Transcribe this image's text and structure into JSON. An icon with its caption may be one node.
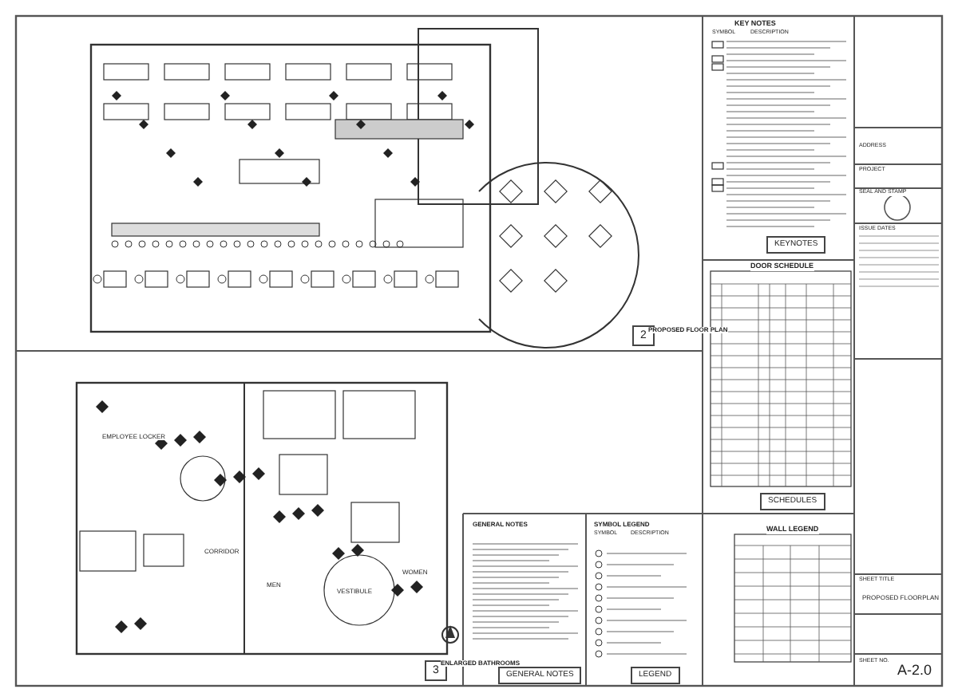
{
  "diagram": {
    "labels": [
      "KEY NOTES",
      "SYMBOL",
      "DESCRIPTION",
      "KEYNOTES",
      "PROJECT",
      "ADDRESS",
      "SEAL AND STAMP",
      "ISSUE DATES",
      "2",
      "PROPOSED FLOOR PLAN",
      "DOOR SCHEDULE",
      "SCHEDULES",
      "EMPLOYEE LOCKER",
      "CORRIDOR",
      "MEN",
      "VESTIBULE",
      "WOMEN",
      "GENERAL NOTES",
      "SYMBOL LEGEND",
      "SYMBOL",
      "DESCRIPTION",
      "WALL LEGEND",
      "SHEET TITLE",
      "PROPOSED FLOORPLAN",
      "3",
      "ENLARGED BATHROOMS",
      "GENERAL NOTES",
      "LEGEND",
      "SHEET NO.",
      "A-2.0"
    ]
  }
}
